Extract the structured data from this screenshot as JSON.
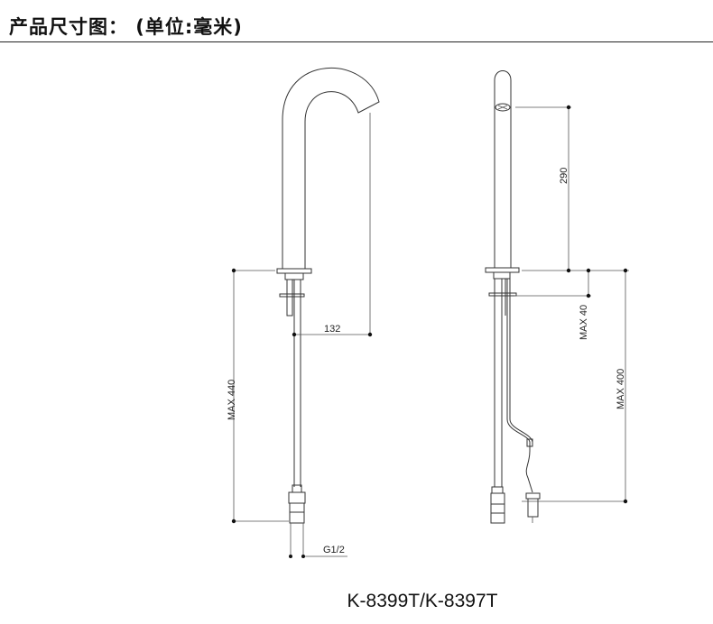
{
  "header": {
    "title": "产品尺寸图： (单位:毫米)"
  },
  "dimensions": {
    "spout_reach": "132",
    "max_440": "MAX 440",
    "thread": "G1/2",
    "sensor_height": "290",
    "max_40": "MAX 40",
    "max_400": "MAX 400"
  },
  "caption": "K-8399T/K-8397T"
}
